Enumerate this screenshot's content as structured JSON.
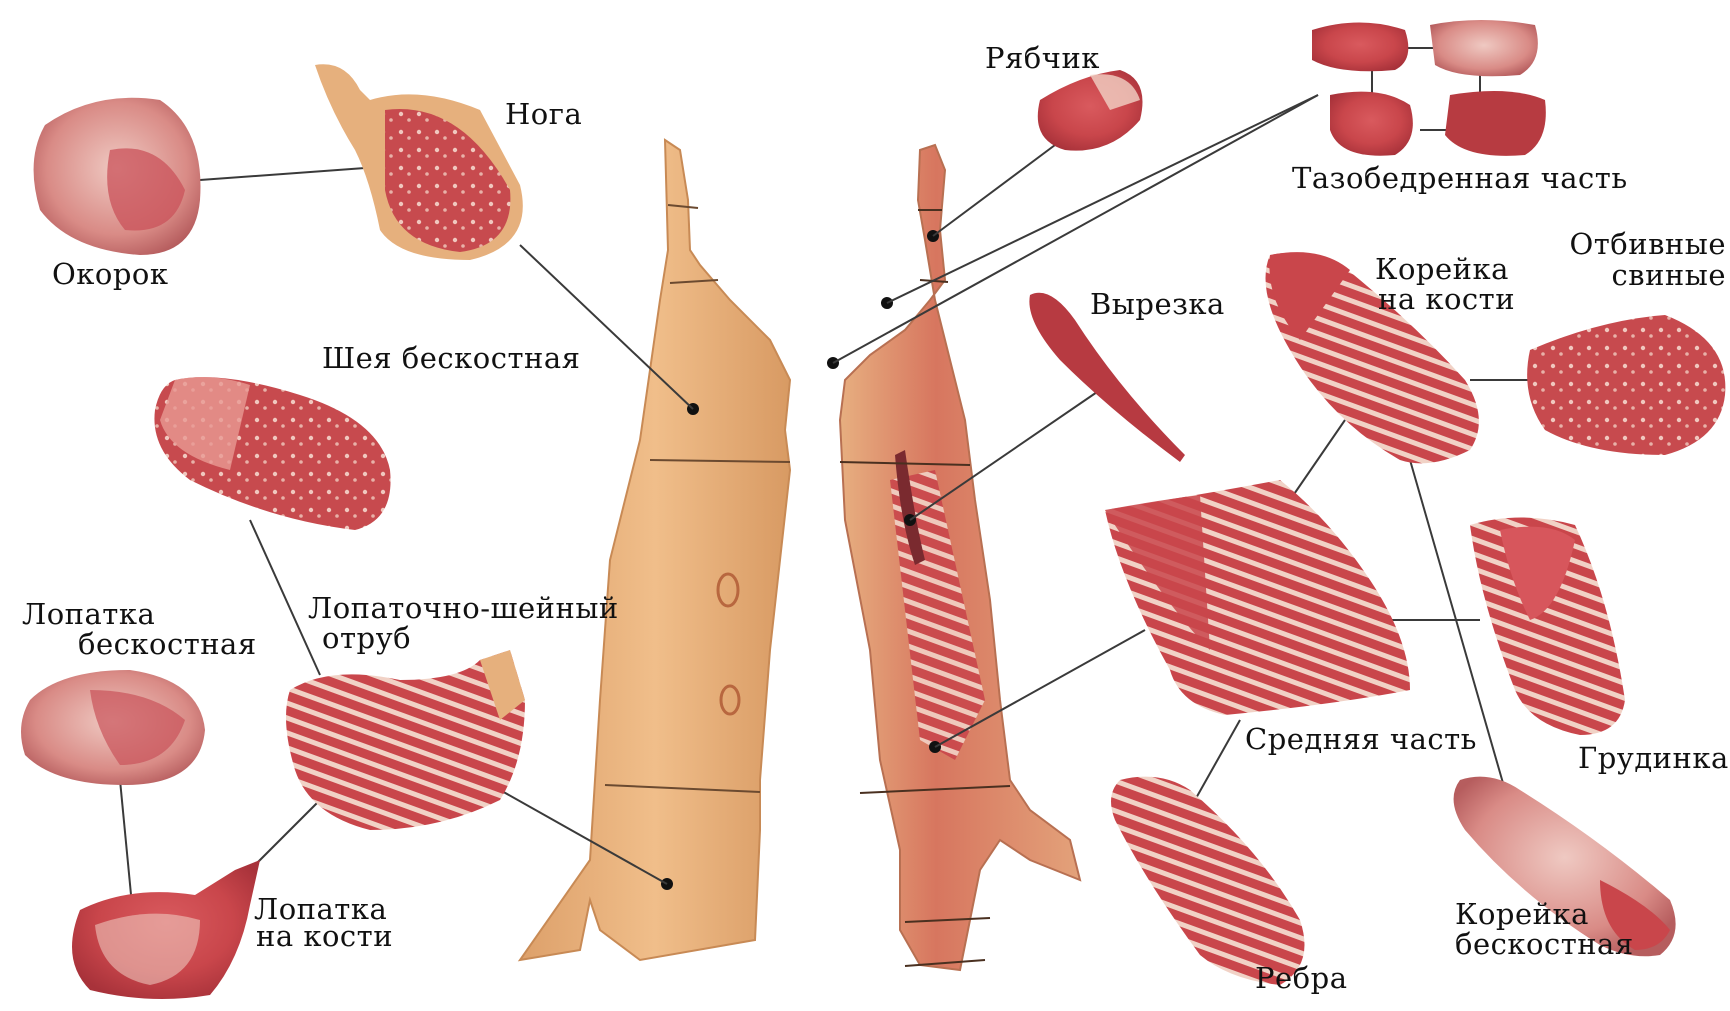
{
  "colors": {
    "carcass_skin": "#E8B07A",
    "carcass_skin_dark": "#D69A62",
    "meat_red": "#C9464B",
    "meat_dark": "#A8323A",
    "fat": "#F3DDD0",
    "line": "#3a3a3a",
    "text": "#111111"
  },
  "labels": {
    "okorok": "Окорок",
    "noga": "Нога",
    "sheya": "Шея бескостная",
    "lopatka_besk_1": "Лопатка",
    "lopatka_besk_2": "бескостная",
    "lop_sheiny_1": "Лопаточно-шейный",
    "lop_sheiny_2": "отруб",
    "lopatka_kost_1": "Лопатка",
    "lopatka_kost_2": "на кости",
    "ryabchik": "Рябчик",
    "tazobedr": "Тазобедренная часть",
    "vyrezka": "Вырезка",
    "koreyka_kost_1": "Корейка",
    "koreyka_kost_2": "на кости",
    "otbivnye_1": "Отбивные",
    "otbivnye_2": "свиные",
    "srednyaya": "Средняя часть",
    "grudinka": "Грудинка",
    "rebra": "Ребра",
    "koreyka_besk_1": "Корейка",
    "koreyka_besk_2": "бескостная"
  },
  "icons": {
    "left_half": "pork-carcass-outer-icon",
    "right_half": "pork-carcass-inner-icon"
  }
}
